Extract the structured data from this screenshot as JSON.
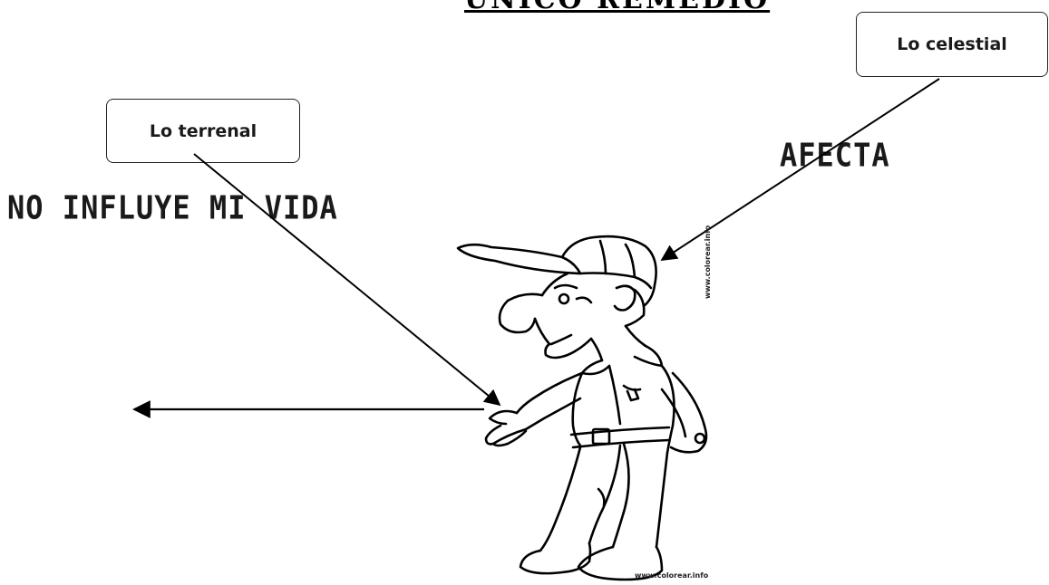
{
  "title": "UNICO REMEDIO",
  "boxes": {
    "celestial": "Lo celestial",
    "terrenal": "Lo terrenal"
  },
  "statements": {
    "afecta": "AFECTA",
    "no_influye": "NO INFLUYE MI VIDA"
  },
  "illustration": {
    "subject": "cartoon man in cap",
    "credit_side": "www.colorear.info",
    "credit_bottom": "www.colorear.info"
  },
  "colors": {
    "ink": "#000000",
    "background": "#ffffff"
  }
}
